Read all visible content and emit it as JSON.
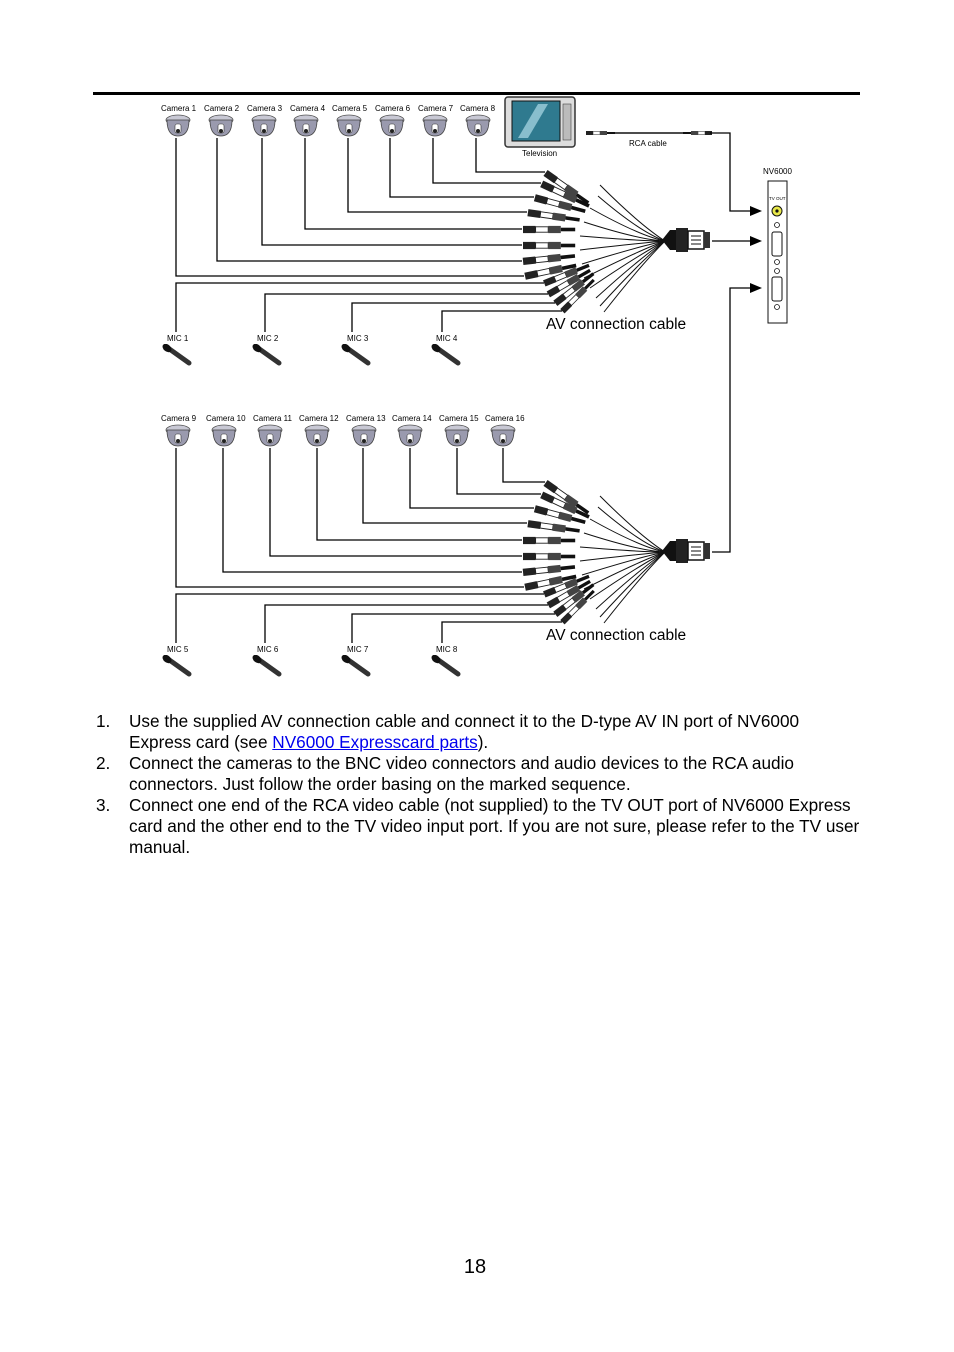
{
  "diagram": {
    "group1": {
      "cameras": [
        "Camera 1",
        "Camera 2",
        "Camera 3",
        "Camera 4",
        "Camera 5",
        "Camera 6",
        "Camera 7",
        "Camera 8"
      ],
      "mics": [
        "MIC 1",
        "MIC 2",
        "MIC 3",
        "MIC 4"
      ],
      "cable_label": "AV connection cable"
    },
    "group2": {
      "cameras": [
        "Camera 9",
        "Camera 10",
        "Camera 11",
        "Camera 12",
        "Camera 13",
        "Camera 14",
        "Camera 15",
        "Camera 16"
      ],
      "mics": [
        "MIC 5",
        "MIC 6",
        "MIC 7",
        "MIC 8"
      ],
      "cable_label": "AV connection cable"
    },
    "television_label": "Television",
    "rca_cable_label": "RCA cable",
    "card_label": "NV6000",
    "tv_out_label": "TV OUT"
  },
  "steps": [
    {
      "number": "1.",
      "text_before": "Use the supplied AV connection cable and connect it to the D-type AV IN port of NV6000 Express card (see ",
      "link_text": "NV6000 Expresscard parts",
      "text_after": ")."
    },
    {
      "number": "2.",
      "text": "Connect the cameras to the BNC video connectors and audio devices to the RCA audio connectors. Just follow the order basing on the marked sequence."
    },
    {
      "number": "3.",
      "text": "Connect one end of the RCA video cable (not supplied) to the TV OUT port of NV6000 Express card and the other end to the TV video input port. If you are not sure, please refer to the TV user manual."
    }
  ],
  "page_number": "18",
  "colors": {
    "link": "#0000ee",
    "camera_body": "#8a8aa0",
    "tv_screen": "#2f7a8f"
  }
}
